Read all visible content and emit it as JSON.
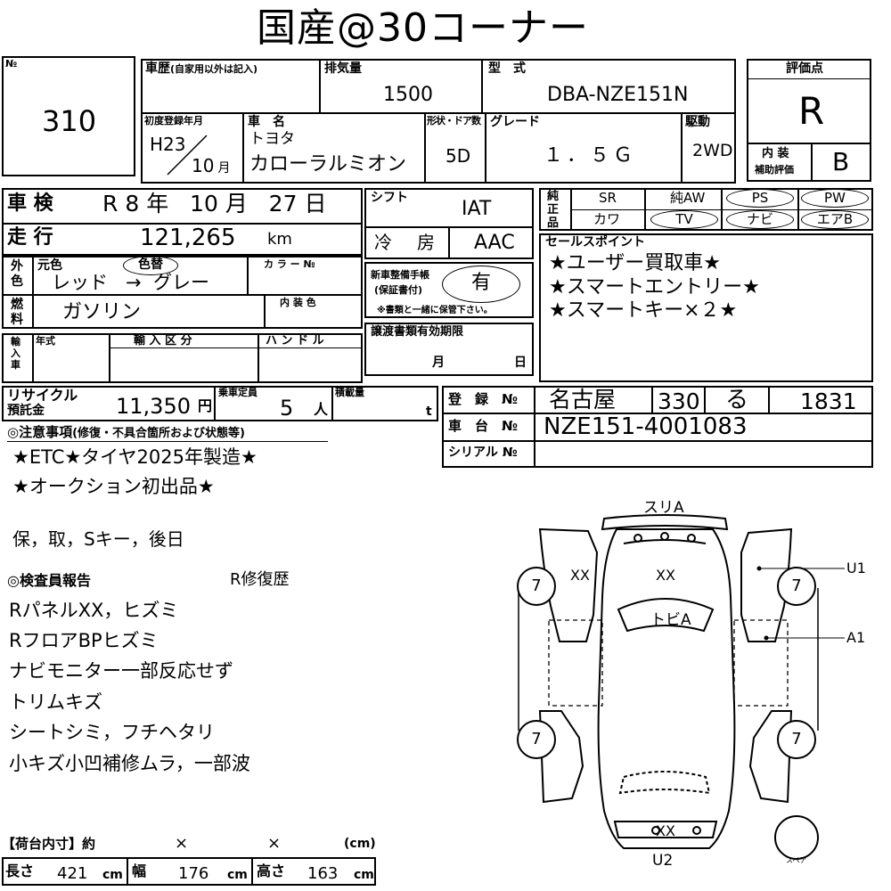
{
  "title": "国産@30コーナー",
  "lot": {
    "no_label": "№",
    "number": "310"
  },
  "history": {
    "label": "車歴",
    "note": "(自家用以外は記入)"
  },
  "displacement": {
    "label": "排気量",
    "value": "1500"
  },
  "model": {
    "label": "型　式",
    "value": "DBA-NZE151N"
  },
  "first_reg": {
    "label": "初度登録年月",
    "year": "H23",
    "month": "10",
    "month_unit": "月"
  },
  "car_name": {
    "label": "車　名",
    "maker": "トヨタ",
    "name": "カローラルミオン"
  },
  "body_type": {
    "label": "形状・ドア数",
    "value": "5D"
  },
  "grade": {
    "label": "グレード",
    "value": "１．５Ｇ"
  },
  "drive": {
    "label": "駆動",
    "value": "2WD"
  },
  "rating": {
    "label": "評価点",
    "value": "R",
    "interior_label_1": "内 装",
    "interior_label_2": "補助評価",
    "interior_value": "B"
  },
  "inspection": {
    "label": "車 検",
    "era": "R",
    "year": "8",
    "year_unit": "年",
    "month": "10",
    "month_unit": "月",
    "day": "27",
    "day_unit": "日"
  },
  "mileage": {
    "label": "走 行",
    "value": "121,265",
    "unit": "km"
  },
  "shift": {
    "label": "シフト",
    "value": "IAT"
  },
  "aircon": {
    "label": "冷　房",
    "value": "AAC"
  },
  "equipment": {
    "side_label": "純正品",
    "items": [
      "SR",
      "純AW",
      "PS",
      "PW",
      "カワ",
      "TV",
      "ナビ",
      "エアB"
    ]
  },
  "color": {
    "side_label": "外色",
    "orig_label": "元色",
    "repaint_label": "色替",
    "from": "レッド",
    "arrow": "→",
    "to": "グレー",
    "color_no_label": "カ ラ ー №"
  },
  "fuel": {
    "side_label": "燃料",
    "value": "ガソリン",
    "interior_color_label": "内 装 色"
  },
  "service_book": {
    "label_1": "新車整備手帳",
    "label_2": "(保証書付)",
    "value": "有",
    "note": "※書類と一緒に保管下さい。"
  },
  "sales_points": {
    "label": "セールスポイント",
    "lines": [
      "★ユーザー買取車★",
      "★スマートエントリー★",
      "★スマートキー×２★"
    ]
  },
  "import": {
    "side_label": "輸入車",
    "year_label": "年式",
    "category_label": "輸 入 区 分",
    "handle_label": "ハ ン ド ル"
  },
  "transfer_docs": {
    "label": "譲渡書類有効期限",
    "month_unit": "月",
    "day_unit": "日"
  },
  "recycle": {
    "label_1": "リサイクル",
    "label_2": "預託金",
    "value": "11,350",
    "unit": "円"
  },
  "capacity": {
    "label": "乗車定員",
    "value": "5",
    "unit": "人"
  },
  "load": {
    "label": "積載量",
    "unit": "t"
  },
  "registration": {
    "label": "登　録　№",
    "area": "名古屋",
    "class": "330",
    "kana": "る",
    "number": "1831"
  },
  "chassis": {
    "label": "車　台　№",
    "value": "NZE151-4001083"
  },
  "serial": {
    "label": "シリアル №"
  },
  "notes": {
    "label": "◎注意事項",
    "sub": "(修復・不具合箇所および状態等)",
    "lines": [
      "★ETC★タイヤ2025年製造★",
      "★オークション初出品★"
    ],
    "extra": "保，取，Sキー，後日"
  },
  "inspector": {
    "label": "◎検査員報告",
    "repair": "R修復歴",
    "lines": [
      "RパネルXX，ヒズミ",
      "RフロアBPヒズミ",
      "ナビモニター一部反応せず",
      "トリムキズ",
      "シートシミ，フチヘタリ",
      "小キズ小凹補修ムラ，一部波"
    ]
  },
  "cargo": {
    "label": "【荷台内寸】約",
    "x1": "×",
    "x2": "×",
    "unit_paren": "(cm)",
    "length_label": "長さ",
    "length": "421",
    "width_label": "幅",
    "width": "176",
    "height_label": "高さ",
    "height": "163",
    "cm": "cm"
  },
  "diagram": {
    "front": "スリA",
    "rear": "U2",
    "hood": "XX",
    "fender_l": "XX",
    "windshield": "トビA",
    "bumper_rear": "XX",
    "right_upper": "U1",
    "right_mid": "A1",
    "tire": "7",
    "spare_label": "スペア"
  }
}
